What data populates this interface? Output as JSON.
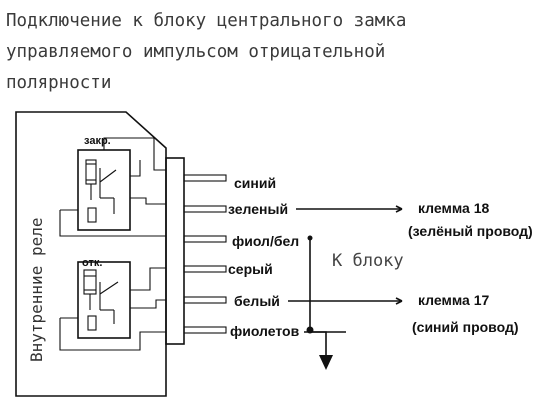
{
  "title_lines": [
    "Подключение к блоку центрального замка",
    "управляемого импульсом отрицательной",
    "полярности"
  ],
  "relay_box_label": "Внутренние реле",
  "relay_labels": {
    "close": "закр.",
    "open": "отк."
  },
  "wires": [
    "синий",
    "зеленый",
    "фиол/бел",
    "серый",
    "белый",
    "фиолетов"
  ],
  "to_unit": "К блоку",
  "terminals": [
    {
      "name": "клемма 18",
      "note": "(зелёный провод)"
    },
    {
      "name": "клемма 17",
      "note": "(синий провод)"
    }
  ]
}
